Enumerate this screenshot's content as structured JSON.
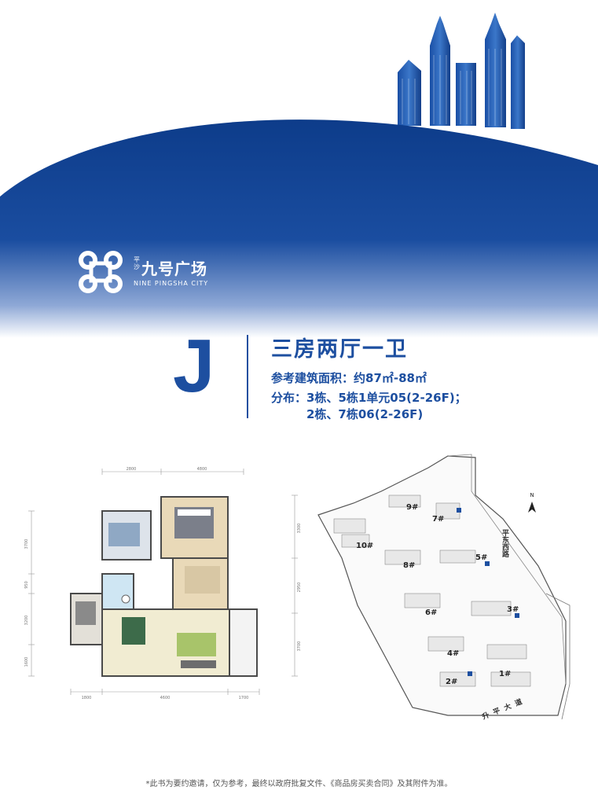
{
  "brand": {
    "small_cn": "平沙",
    "name_cn": "九号广场",
    "name_en": "NINE PINGSHA CITY"
  },
  "unit": {
    "letter": "J",
    "title": "三房两厅一卫",
    "area_line": "参考建筑面积：约87㎡-88㎡",
    "distribution_line1": "分布：3栋、5栋1单元05(2-26F)；",
    "distribution_line2": "2栋、7栋06(2-26F)"
  },
  "floorplan": {
    "dims_top": [
      "2800",
      "4800"
    ],
    "dims_bottom": [
      "1800",
      "4600",
      "1700"
    ],
    "dims_left": [
      "3700",
      "950",
      "3200",
      "1600"
    ],
    "dims_right": [
      "3300",
      "2950",
      "3700"
    ]
  },
  "siteplan": {
    "north": "N",
    "road_east": "平东西路",
    "road_south": "升平大道",
    "buildings": [
      "9#",
      "7#",
      "10#",
      "8#",
      "5#",
      "6#",
      "3#",
      "4#",
      "2#",
      "1#"
    ]
  },
  "disclaimer": "*此书为要约邀请，仅为参考，最终以政府批复文件、《商品房买卖合同》及其附件为准。",
  "colors": {
    "brand_blue": "#1d4fa0",
    "dark_blue": "#0d3c8a",
    "highlight": "#1d4fa0"
  }
}
